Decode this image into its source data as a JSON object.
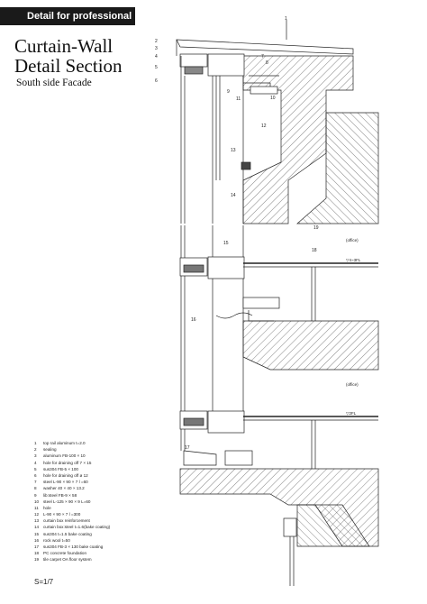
{
  "header": {
    "tag": "Detail for professional"
  },
  "title": {
    "line1": "Curtain-Wall",
    "line2": "Detail Section"
  },
  "subtitle": "South side Facade",
  "drawing": {
    "callouts": {
      "c1": "1",
      "c2": "2",
      "c3": "3",
      "c4": "4",
      "c5": "5",
      "c6": "6",
      "c7": "7",
      "c8": "8",
      "c9": "9",
      "c10": "10",
      "c11": "11",
      "c12": "12",
      "c13": "13",
      "c14": "14",
      "c15": "15",
      "c16": "16",
      "c17": "17",
      "c18": "18",
      "c19": "19"
    },
    "room_label": "(office)",
    "level_mark_upper": "▽4~3FL",
    "level_mark_lower": "▽2FL"
  },
  "legend": [
    {
      "num": "1",
      "text": "top rail aluminum t=2.0"
    },
    {
      "num": "2",
      "text": "sealing"
    },
    {
      "num": "3",
      "text": "aluminum FB-100 × 10"
    },
    {
      "num": "4",
      "text": "hole for draining off 7 × 15"
    },
    {
      "num": "5",
      "text": "sus304 FB-5 × 100"
    },
    {
      "num": "6",
      "text": "hole for draining off ø 12"
    },
    {
      "num": "7",
      "text": "steel L-90 × 90 × 7     l =60"
    },
    {
      "num": "8",
      "text": "washer 40 × 40 × 13.2"
    },
    {
      "num": "9",
      "text": "lib:steel FB-9 × 58"
    },
    {
      "num": "10",
      "text": "steel L-125 × 90 × 9     L=60"
    },
    {
      "num": "11",
      "text": "hole"
    },
    {
      "num": "12",
      "text": "L-90 × 90 × 7     l =300"
    },
    {
      "num": "13",
      "text": "curtain box reinforcement"
    },
    {
      "num": "14",
      "text": "curtain box:steel t=1.6(bake coating)"
    },
    {
      "num": "15",
      "text": "sus304 t=1.5  bake coating"
    },
    {
      "num": "16",
      "text": "rock wool t=50"
    },
    {
      "num": "17",
      "text": "sus304 FB-3 × 130   bake coating"
    },
    {
      "num": "18",
      "text": "PC concrete foundation"
    },
    {
      "num": "19",
      "text": "tile carpet OA floor system"
    }
  ],
  "scale": "S=1/7"
}
